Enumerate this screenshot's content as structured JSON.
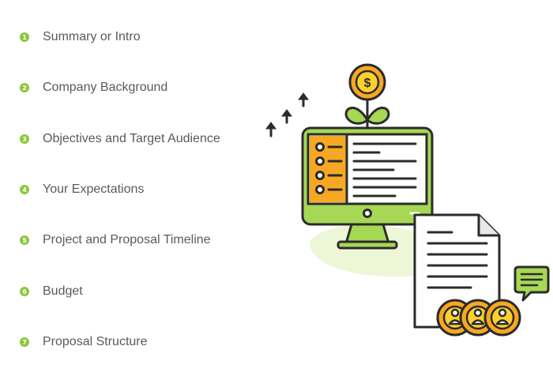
{
  "list": {
    "items": [
      {
        "num": "1",
        "label": "Summary or Intro"
      },
      {
        "num": "2",
        "label": "Company Background"
      },
      {
        "num": "3",
        "label": "Objectives and Target Audience"
      },
      {
        "num": "4",
        "label": "Your Expectations"
      },
      {
        "num": "5",
        "label": "Project and Proposal Timeline"
      },
      {
        "num": "6",
        "label": "Budget"
      },
      {
        "num": "7",
        "label": "Proposal Structure"
      }
    ]
  },
  "illustration": {
    "coin_symbol": "$",
    "icons": [
      "money-plant-icon",
      "up-arrows-icon",
      "monitor-icon",
      "document-icon",
      "chat-bubble-icon",
      "user-coins-icon"
    ],
    "colors": {
      "accent_green": "#8cc63f",
      "leaf_green": "#a6d855",
      "orange": "#f7a823",
      "coin_yellow": "#fcd02c",
      "outline": "#2b2b2b",
      "screen": "#ffffff",
      "blob": "#eef6d8",
      "text_gray": "#5a5a5a"
    }
  }
}
